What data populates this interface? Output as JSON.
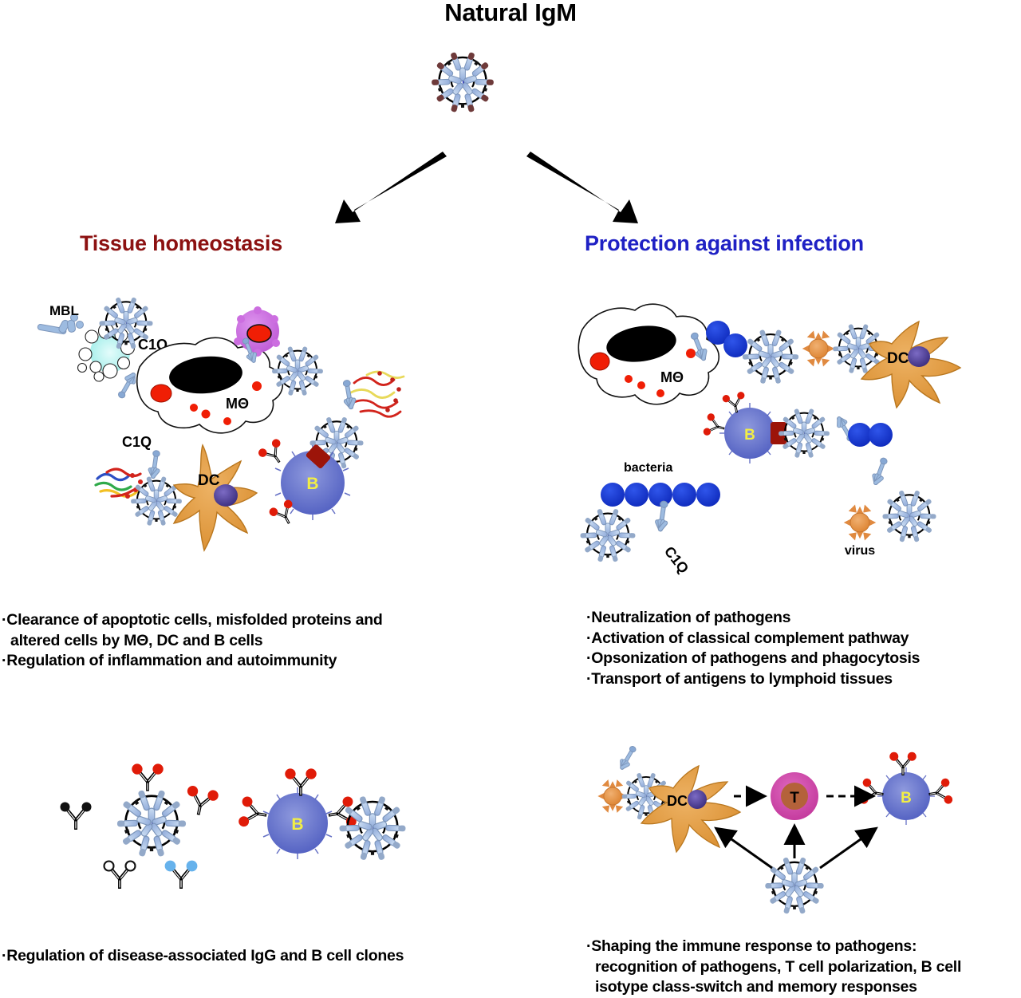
{
  "title": "Natural IgM",
  "branches": {
    "left": {
      "heading": "Tissue homeostasis",
      "color": "#8c1111"
    },
    "right": {
      "heading": "Protection against infection",
      "color": "#1f21c4"
    }
  },
  "left_panel": {
    "labels": {
      "mbl": "MBL",
      "c1q_top": "C1Q",
      "macrophage": "MΘ",
      "c1q_dc": "C1Q",
      "dc": "DC",
      "bcell": "B"
    },
    "bullets": [
      "·Clearance of apoptotic cells, misfolded proteins and",
      "altered cells by MΘ, DC and B cells",
      "·Regulation of inflammation and autoimmunity"
    ],
    "bottom_labels": {
      "bcell": "B"
    },
    "bottom_bullets": [
      "·Regulation of disease-associated IgG and B cell clones"
    ]
  },
  "right_panel": {
    "labels": {
      "macrophage": "MΘ",
      "dc": "DC",
      "bcell": "B",
      "bacteria": "bacteria",
      "c1q": "C1Q",
      "virus": "virus"
    },
    "bullets": [
      "·Neutralization of pathogens",
      "·Activation of classical complement pathway",
      "·Opsonization of pathogens and phagocytosis",
      "·Transport of antigens to lymphoid tissues"
    ],
    "bottom_labels": {
      "dc": "DC",
      "tcell": "T",
      "bcell": "B"
    },
    "bottom_bullets": [
      "·Shaping the immune response to pathogens:",
      "recognition of pathogens, T cell polarization, B cell",
      "isotype class-switch and memory responses"
    ]
  },
  "colors": {
    "igm_arm": "#a9c0e0",
    "igm_tip": "#6e3a3a",
    "dc_body": "#e09a3c",
    "dc_nucleus": "#4b3a96",
    "bcell_body": "#6a77cf",
    "bcell_label": "#f2ee45",
    "tcell_outer": "#d44aa8",
    "tcell_inner": "#b4623a",
    "bacteria": "#1433cf",
    "virus": "#e08a40",
    "apoptotic": "#aaf0ec",
    "altered_cell": "#cc6ee0",
    "red_dot": "#f01e05",
    "bcr_red": "#cc1b10"
  }
}
